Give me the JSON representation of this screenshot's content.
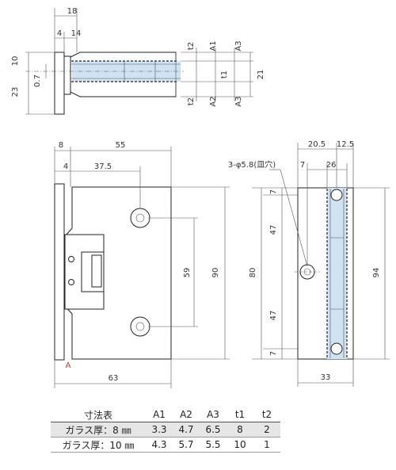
{
  "diagram": {
    "top_view": {
      "dims": [
        "18",
        "4",
        "14",
        "10",
        "0.7",
        "23",
        "t2",
        "A1",
        "A3",
        "t1",
        "21",
        "t2",
        "A2",
        "A3"
      ]
    },
    "front_view": {
      "dims": [
        "8",
        "55",
        "4",
        "37.5",
        "59",
        "90",
        "63"
      ],
      "marker": "A"
    },
    "side_view": {
      "dims": [
        "20.5",
        "12.5",
        "7",
        "26",
        "7",
        "47",
        "80",
        "47",
        "7",
        "94",
        "33"
      ],
      "callout": "3-φ5.8(皿穴)"
    }
  },
  "spec_table": {
    "headers": [
      "寸法表",
      "A1",
      "A2",
      "A3",
      "t1",
      "t2"
    ],
    "rows": [
      [
        "ガラス厚：8 ㎜",
        "3.3",
        "4.7",
        "6.5",
        "8",
        "2"
      ],
      [
        "ガラス厚：10 ㎜",
        "4.3",
        "5.7",
        "5.5",
        "10",
        "1"
      ]
    ]
  }
}
